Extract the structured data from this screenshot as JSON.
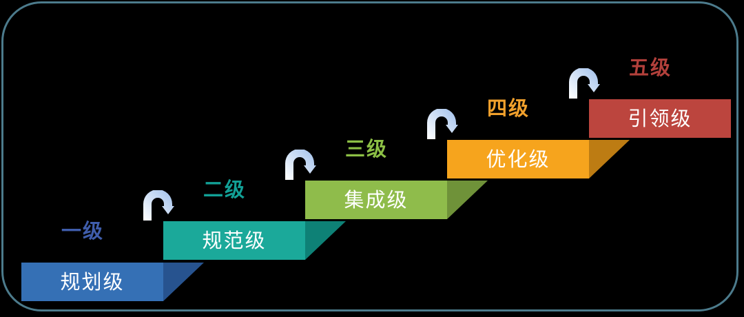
{
  "frame": {
    "border_color": "#4c7b8c",
    "background_color": "#000000"
  },
  "styles": {
    "block_text_color": "#ffffff"
  },
  "diagram_type": "staircase-maturity-model",
  "steps": [
    {
      "level_label": "一级",
      "name": "规划级",
      "color": "#3570b5",
      "slope_color": "#27538f",
      "label_color": "#3f5dab"
    },
    {
      "level_label": "二级",
      "name": "规范级",
      "color": "#1ba99a",
      "slope_color": "#0e8176",
      "label_color": "#12a096"
    },
    {
      "level_label": "三级",
      "name": "集成级",
      "color": "#8fbc4b",
      "slope_color": "#6f9239",
      "label_color": "#8cbf45"
    },
    {
      "level_label": "四级",
      "name": "优化级",
      "color": "#f6a41d",
      "slope_color": "#bd7c13",
      "label_color": "#f0a02c"
    },
    {
      "level_label": "五级",
      "name": "引领级",
      "color": "#bc453e",
      "label_color": "#b2403b"
    }
  ],
  "arrow": {
    "icon": "curved-step-up-arrow",
    "gradient_start": "#fdfeff",
    "gradient_end": "#a3c2ec"
  }
}
